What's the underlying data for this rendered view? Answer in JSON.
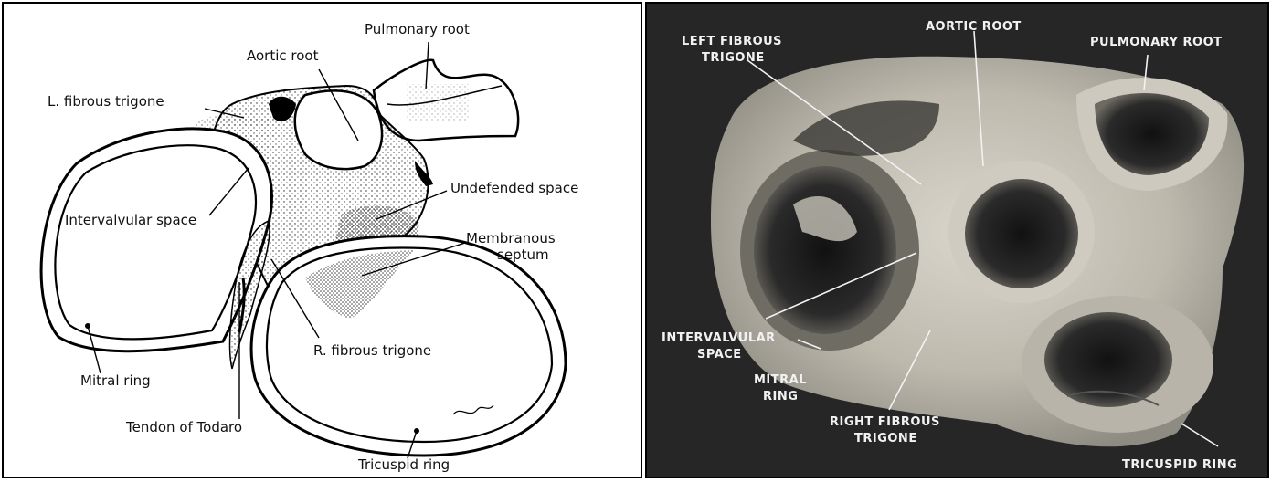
{
  "left_figure": {
    "labels": {
      "pulmonary_root": "Pulmonary root",
      "aortic_root": "Aortic root",
      "l_fibrous_trigone": "L. fibrous trigone",
      "undefended_space": "Undefended space",
      "intervalvular_space": "Intervalvular space",
      "membranous_septum_line1": "Membranous",
      "membranous_septum_line2": "septum",
      "r_fibrous_trigone": "R. fibrous trigone",
      "mitral_ring": "Mitral ring",
      "tendon_of_todaro": "Tendon of Todaro",
      "tricuspid_ring": "Tricuspid ring"
    }
  },
  "right_figure": {
    "labels": {
      "left_fibrous_trigone_line1": "LEFT FIBROUS",
      "left_fibrous_trigone_line2": "TRIGONE",
      "aortic_root": "AORTIC ROOT",
      "pulmonary_root": "PULMONARY ROOT",
      "intervalvular_space_line1": "INTERVALVULAR",
      "intervalvular_space_line2": "SPACE",
      "mitral_ring_line1": "MITRAL",
      "mitral_ring_line2": "RING",
      "right_fibrous_trigone_line1": "RIGHT FIBROUS",
      "right_fibrous_trigone_line2": "TRIGONE",
      "tricuspid_ring": "TRICUSPID RING"
    }
  }
}
